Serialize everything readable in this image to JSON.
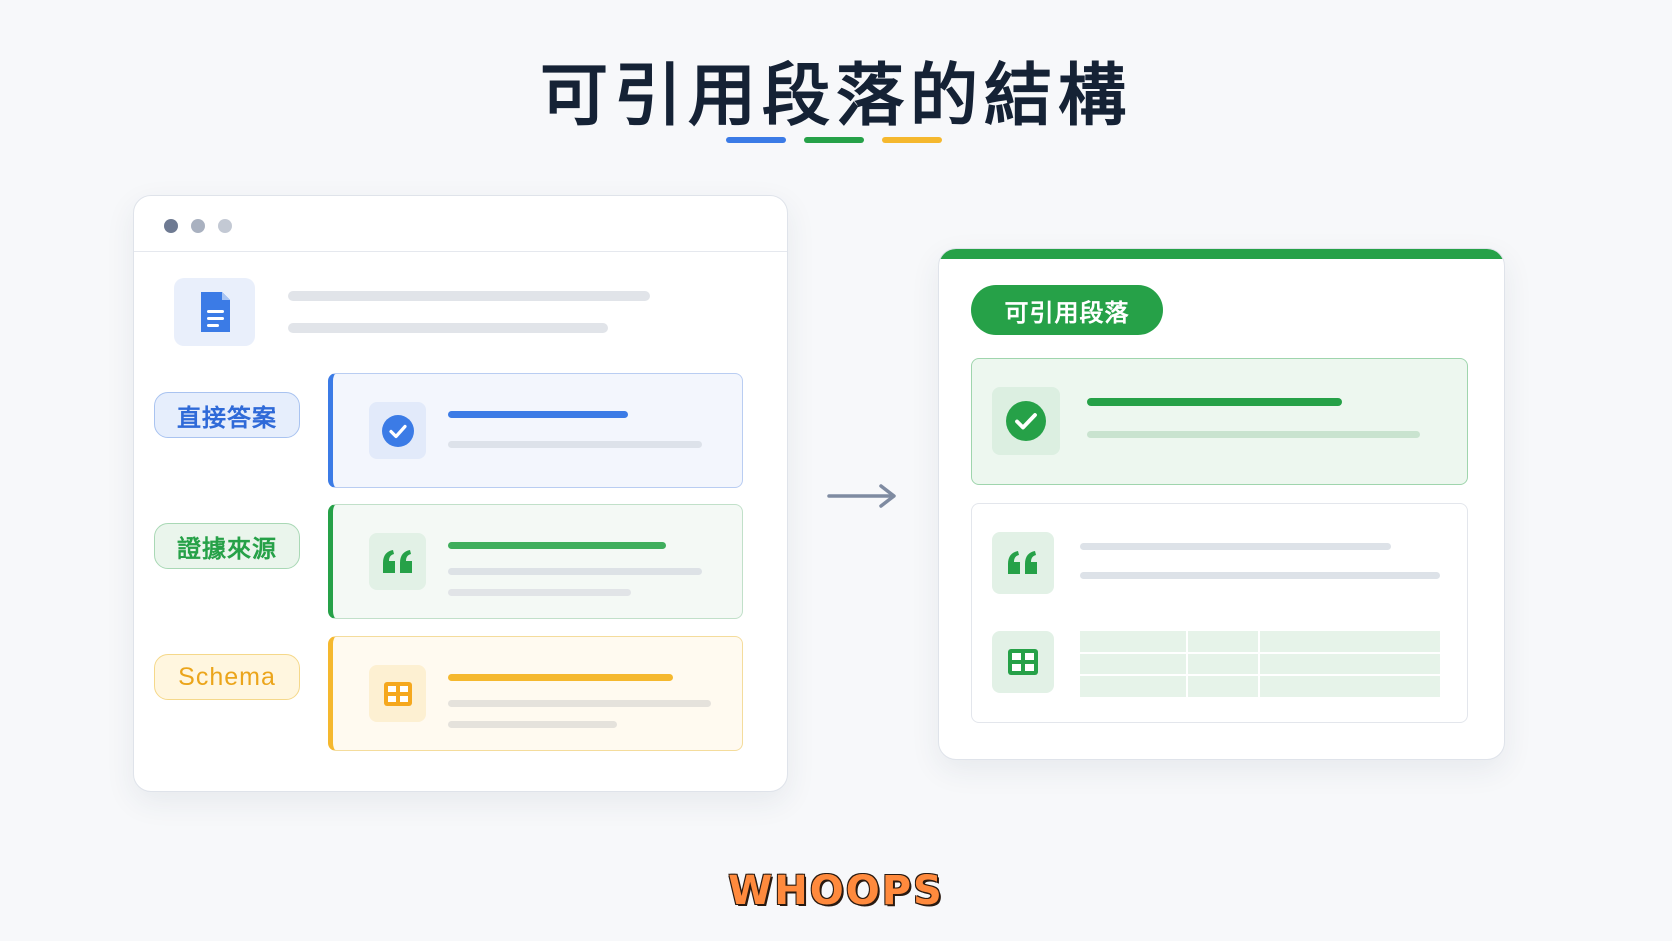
{
  "title": "可引用段落的結構",
  "colors": {
    "blue": "#3b7be6",
    "green": "#26a148",
    "yellow": "#f5b82e",
    "title": "#152235"
  },
  "left_panel": {
    "window_dots": [
      "dot-1",
      "dot-2",
      "dot-3"
    ],
    "doc_icon": "document-icon",
    "rows": [
      {
        "tag": "直接答案",
        "icon": "check-circle-icon",
        "accent": "blue"
      },
      {
        "tag": "證據來源",
        "icon": "quote-icon",
        "accent": "green"
      },
      {
        "tag": "Schema",
        "icon": "table-icon",
        "accent": "yellow"
      }
    ]
  },
  "right_panel": {
    "badge": "可引用段落",
    "icons": [
      "check-circle-icon",
      "quote-icon",
      "table-icon"
    ]
  },
  "arrow_icon": "arrow-right-icon",
  "logo_text": "WHOOPS"
}
